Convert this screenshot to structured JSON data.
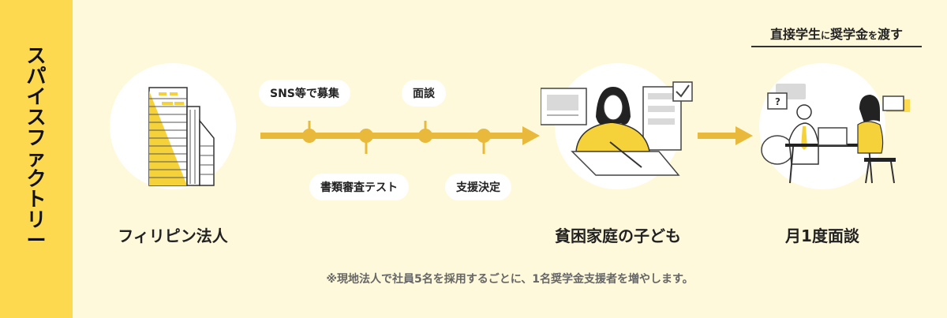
{
  "sidebar": {
    "title": "スパイスファクトリー"
  },
  "stages": {
    "philippine_corp": "フィリピン法人",
    "poor_children": "貧困家庭の子ども",
    "monthly_interview": "月1度面談"
  },
  "timeline": {
    "sns_recruit": "SNS等で募集",
    "interview": "面談",
    "screening": "書類審査テスト",
    "support_decision": "支援決定"
  },
  "callout": {
    "part1": "直接学生",
    "part2": "に",
    "part3": "奨学金",
    "part4": "を",
    "part5": "渡す"
  },
  "footnote": "※現地法人で社員5名を採用するごとに、1名奨学金支援者を増やします。",
  "colors": {
    "accent_yellow": "#fcd94e",
    "line_yellow": "#e8b93a",
    "background": "#fff9dc"
  }
}
